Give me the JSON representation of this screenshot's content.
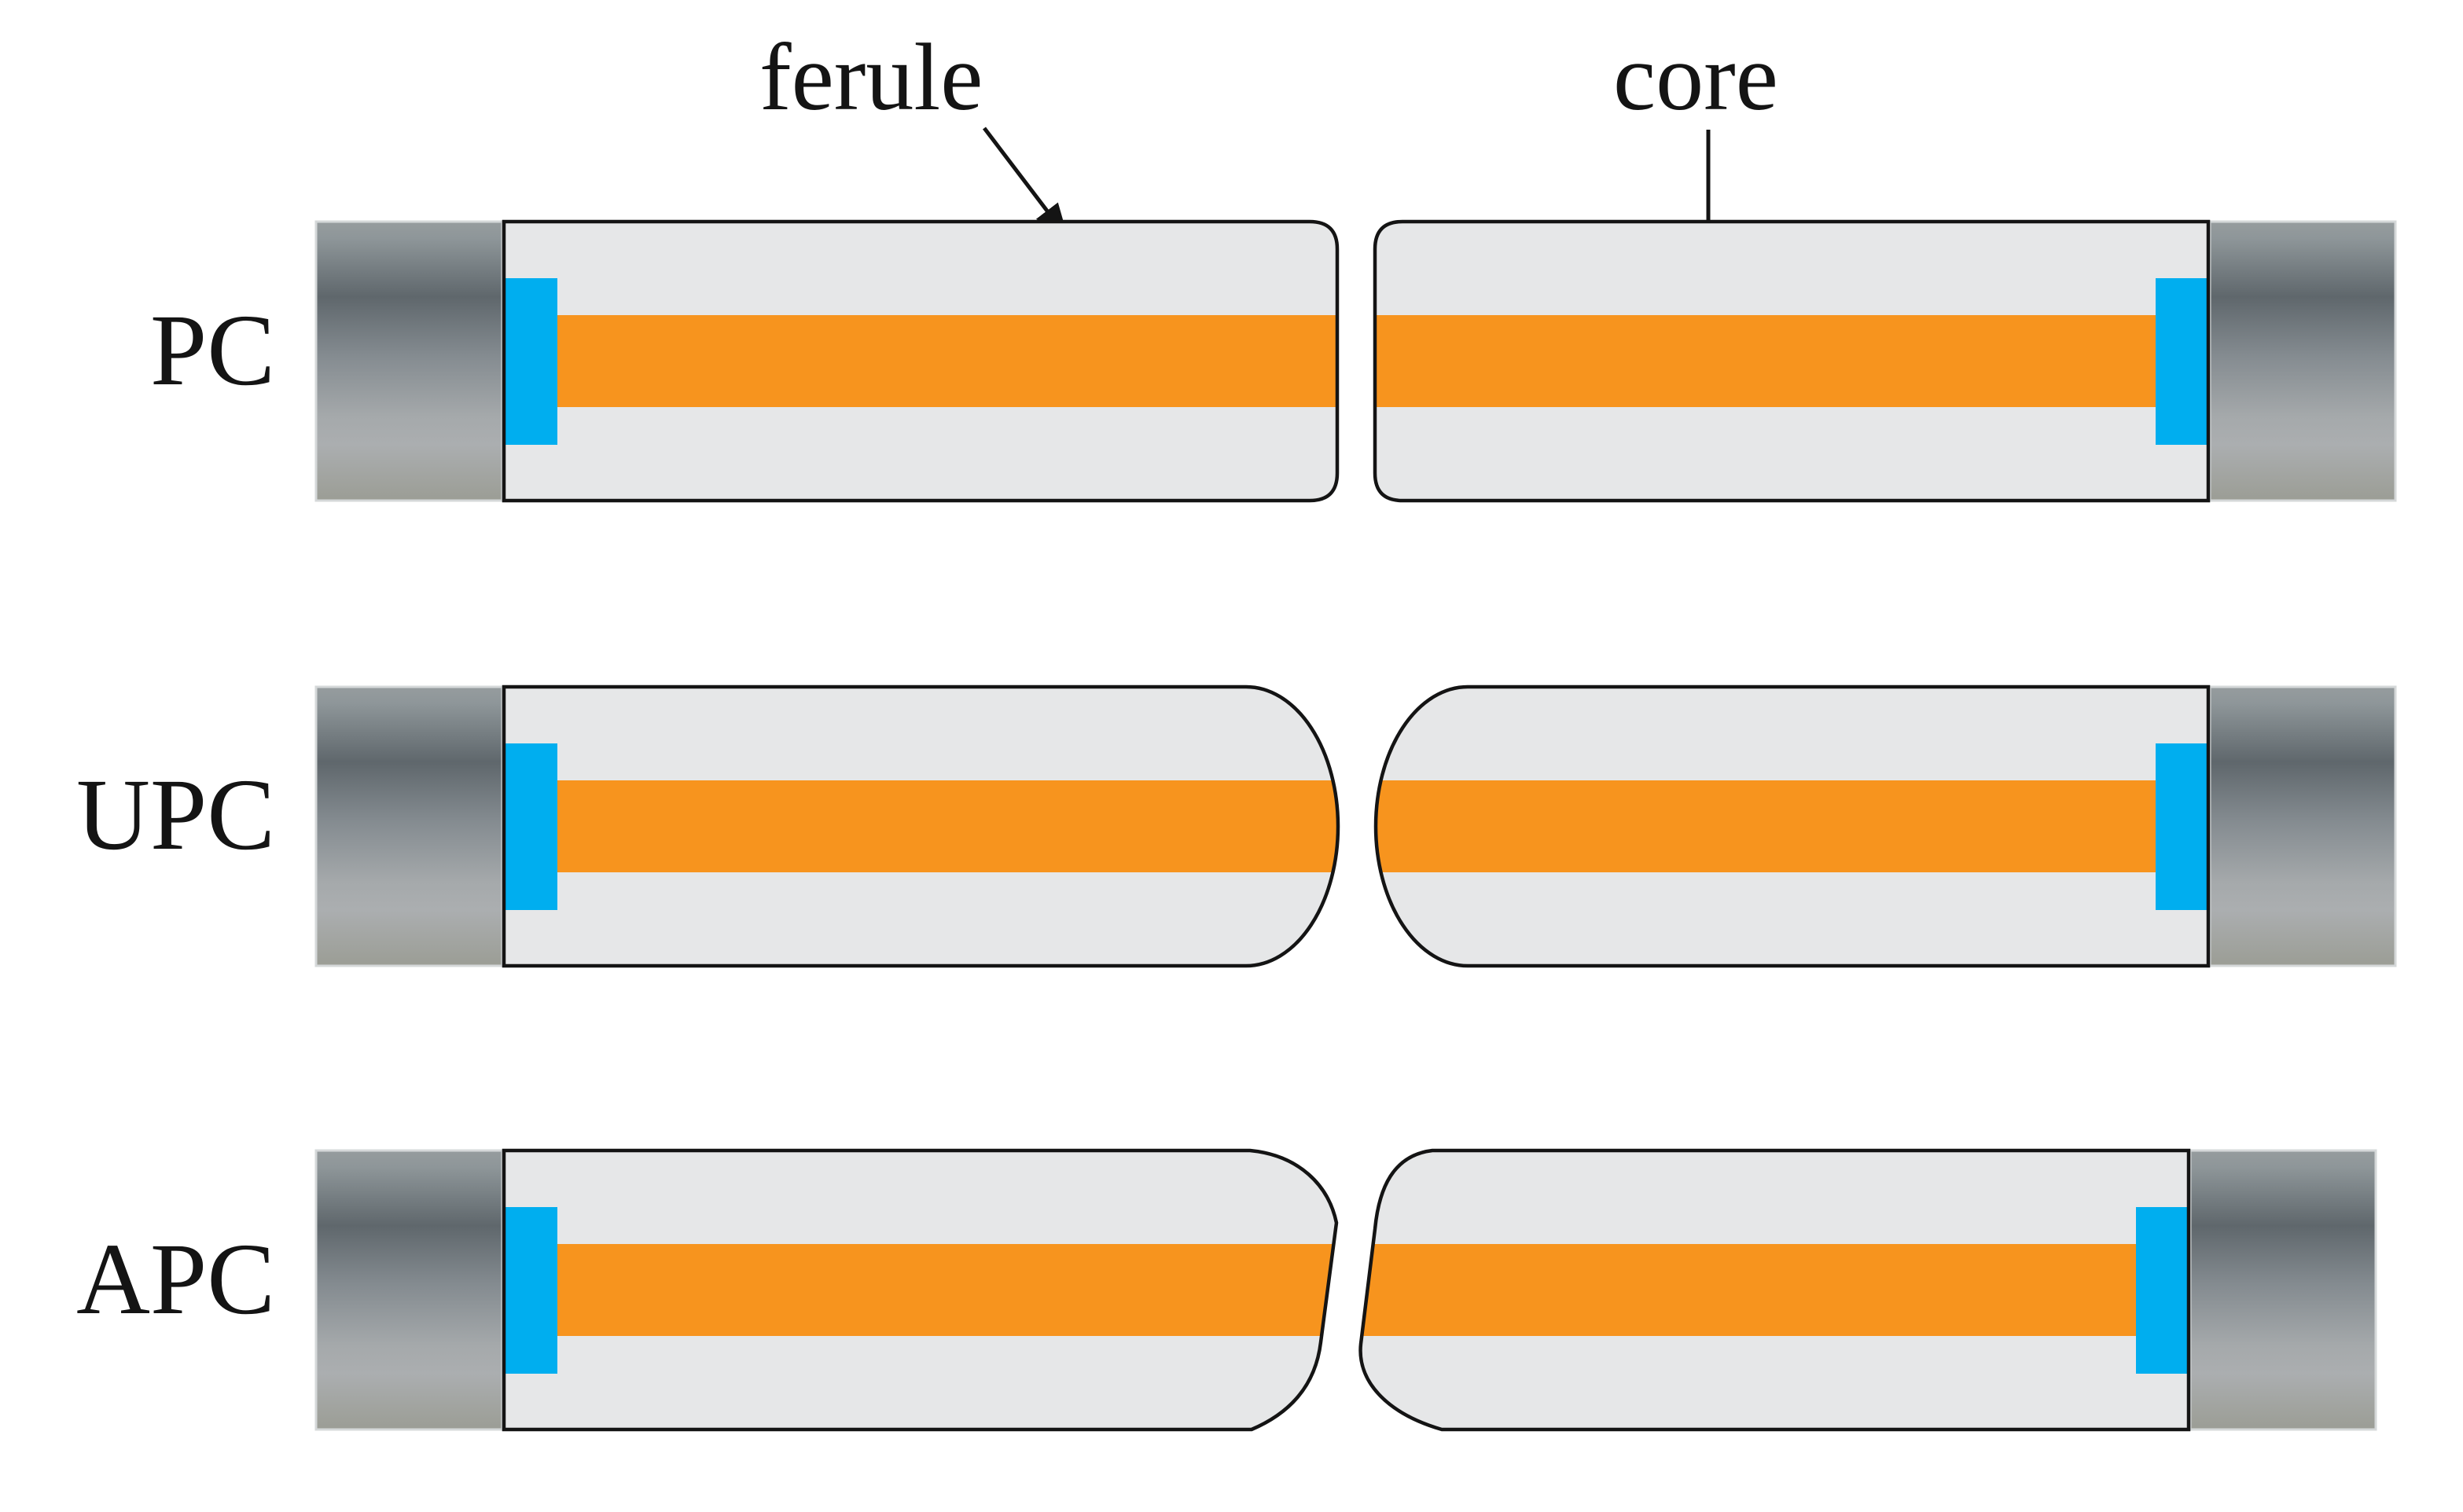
{
  "diagram": {
    "annotations": {
      "ferule": "ferule",
      "core": "core"
    },
    "rows": [
      {
        "label": "PC"
      },
      {
        "label": "UPC"
      },
      {
        "label": "APC"
      }
    ]
  },
  "colors": {
    "core_orange": "#F7941E",
    "boot_blue": "#00AEEF",
    "ferrule_gray": "#E6E7E8",
    "outline": "#141414",
    "text": "#141414",
    "metal_edge": "#D5D8D9",
    "metal_top": "#8E9699",
    "metal_dark": "#5F676C",
    "metal_light": "#ABAEB0",
    "metal_bottom": "#9B9D95",
    "background": "#FFFFFF"
  }
}
